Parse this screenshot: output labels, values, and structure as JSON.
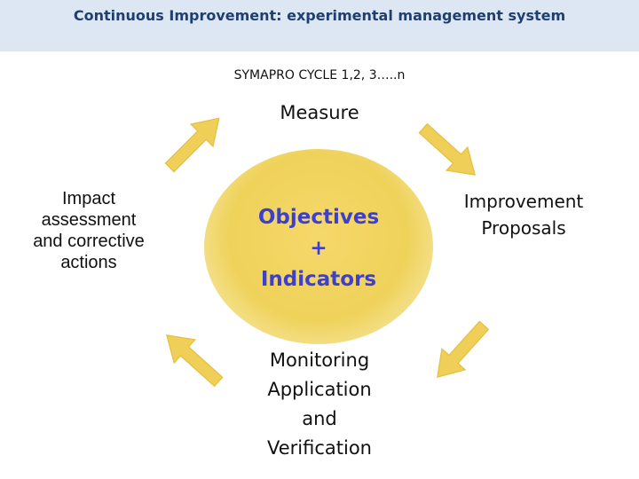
{
  "header": {
    "title": "Continuous Improvement: experimental management system"
  },
  "cycle_label": "SYMAPRO CYCLE 1,2, 3…..n",
  "nodes": {
    "measure": "Measure",
    "impact": [
      "Impact",
      "assessment",
      "and corrective",
      "actions"
    ],
    "improvement": [
      "Improvement",
      "Proposals"
    ],
    "monitoring": [
      "Monitoring",
      "Application",
      "and",
      "Verification"
    ]
  },
  "center": [
    "Objectives",
    "+",
    "Indicators"
  ],
  "colors": {
    "header_bg": "#dde7f3",
    "header_text": "#1f3f6e",
    "center_fill": "#efd25a",
    "center_text": "#3d3fd0",
    "arrow": "#efcf57"
  }
}
